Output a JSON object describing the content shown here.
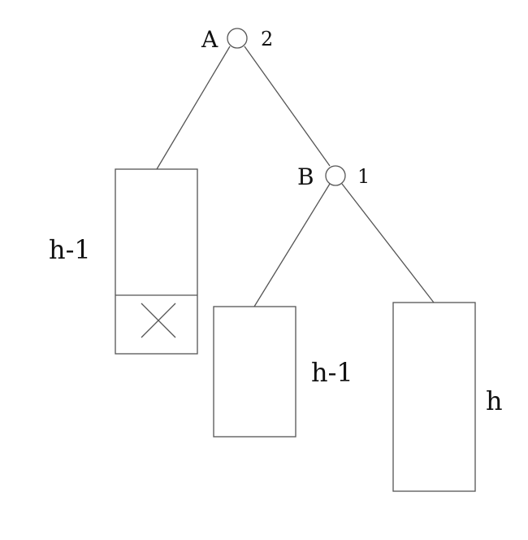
{
  "diagram": {
    "nodes": {
      "a": {
        "name": "A",
        "balance": "2"
      },
      "b": {
        "name": "B",
        "balance": "1"
      }
    },
    "subtrees": {
      "left_of_a": {
        "height_label": "h-1",
        "has_deleted_level": true
      },
      "left_of_b": {
        "height_label": "h-1"
      },
      "right_of_b": {
        "height_label": "h"
      }
    },
    "colors": {
      "stroke": "#555555",
      "text": "#111111",
      "background": "#ffffff"
    }
  }
}
